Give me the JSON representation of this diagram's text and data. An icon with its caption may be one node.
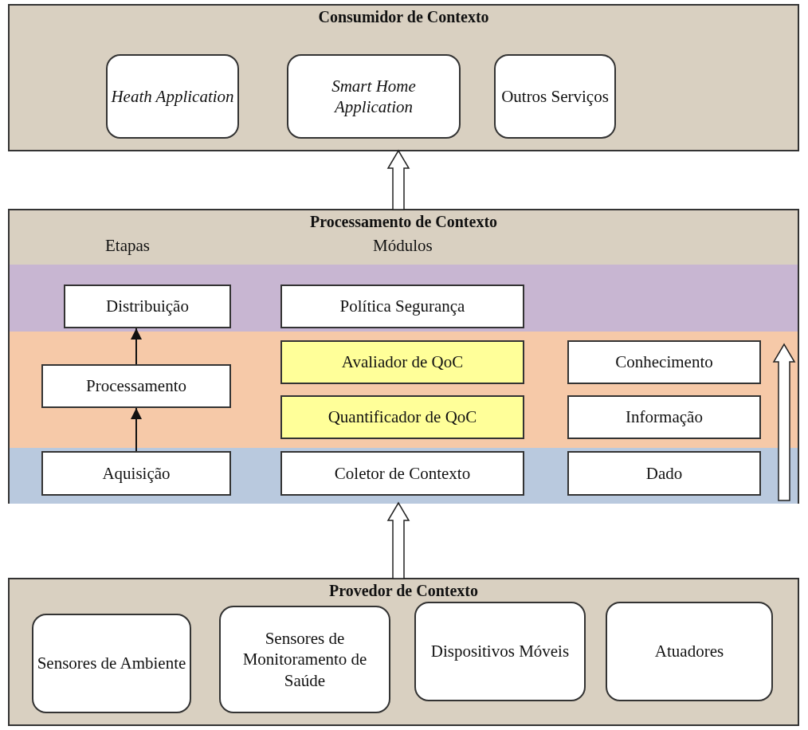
{
  "diagram": {
    "nodes": [
      {
        "text": [
          "Consumidor de Contexto"
        ]
      },
      {
        "text": [
          "Heath Application"
        ],
        "in": 0
      },
      {
        "text": [
          "Smart Home Application"
        ],
        "in": 0
      },
      {
        "text": [
          "Outros Serviços"
        ],
        "in": 0
      },
      {
        "text": [
          "Processamento de Contexto"
        ]
      },
      {
        "text": [
          "Distribuição"
        ],
        "in": 4
      },
      {
        "text": [
          "Política Segurança"
        ],
        "in": 4
      },
      {
        "text": [
          "Processamento"
        ],
        "in": 4
      },
      {
        "text": [
          "Avaliador de QoC"
        ],
        "in": 4
      },
      {
        "text": [
          "Conhecimento"
        ],
        "in": 4
      },
      {
        "text": [
          "Quantificador de QoC"
        ],
        "in": 4
      },
      {
        "text": [
          "Informação"
        ],
        "in": 4
      },
      {
        "text": [
          "Aquisição"
        ],
        "in": 4
      },
      {
        "text": [
          "Coletor de Contexto"
        ],
        "in": 4
      },
      {
        "text": [
          "Dado"
        ],
        "in": 4
      },
      {
        "text": [
          "Provedor de Contexto"
        ]
      },
      {
        "text": [
          "Sensores de Ambiente"
        ],
        "in": 15
      },
      {
        "text": [
          "Sensores de Monitoramento de Saúde"
        ],
        "in": 15
      },
      {
        "text": [
          "Dispositivos Móveis"
        ],
        "in": 15
      },
      {
        "text": [
          "Atuadores"
        ],
        "in": 15
      }
    ],
    "edges": [
      {
        "from": 4,
        "to": 0,
        "arrow": "to"
      },
      {
        "from": 15,
        "to": 4,
        "arrow": "to"
      },
      {
        "from": 12,
        "to": 7,
        "arrow": "to"
      },
      {
        "from": 7,
        "to": 5,
        "arrow": "to"
      }
    ],
    "labels": [
      "Etapas",
      "Módulos"
    ]
  }
}
